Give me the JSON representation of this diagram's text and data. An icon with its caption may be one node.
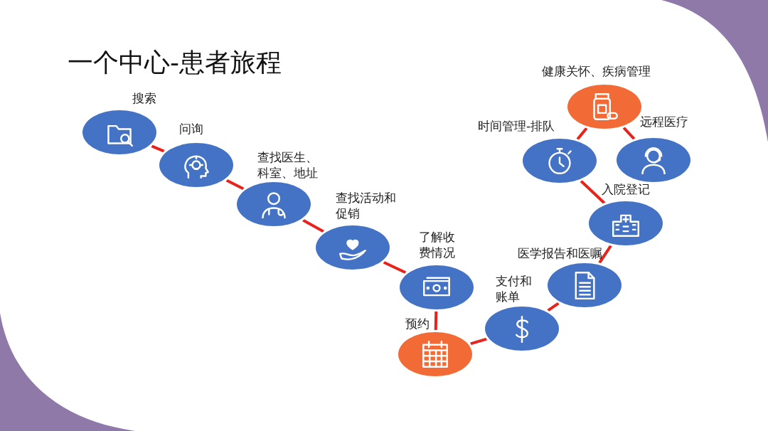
{
  "diagram": {
    "title": "一个中心-患者旅程",
    "nodes": [
      {
        "text": [
          "搜索"
        ]
      },
      {
        "text": [
          "问询"
        ]
      },
      {
        "text": [
          "查找医生、科室、地址"
        ]
      },
      {
        "text": [
          "查找活动和促销"
        ]
      },
      {
        "text": [
          "了解收费情况"
        ]
      },
      {
        "text": [
          "预约"
        ]
      },
      {
        "text": [
          "支付和账单"
        ]
      },
      {
        "text": [
          "医学报告和医嘱"
        ]
      },
      {
        "text": [
          "入院登记"
        ]
      },
      {
        "text": [
          "时间管理-排队"
        ]
      },
      {
        "text": [
          "健康关怀、疾病管理"
        ]
      },
      {
        "text": [
          "远程医疗"
        ]
      }
    ],
    "edges": [
      {
        "from": 0,
        "to": 1,
        "arrow": "none"
      },
      {
        "from": 1,
        "to": 2,
        "arrow": "none"
      },
      {
        "from": 2,
        "to": 3,
        "arrow": "none"
      },
      {
        "from": 3,
        "to": 4,
        "arrow": "none"
      },
      {
        "from": 4,
        "to": 5,
        "arrow": "none"
      },
      {
        "from": 5,
        "to": 6,
        "arrow": "none"
      },
      {
        "from": 6,
        "to": 7,
        "arrow": "none"
      },
      {
        "from": 7,
        "to": 8,
        "arrow": "none"
      },
      {
        "from": 8,
        "to": 9,
        "arrow": "none"
      },
      {
        "from": 9,
        "to": 10,
        "arrow": "none"
      },
      {
        "from": 10,
        "to": 11,
        "arrow": "none"
      }
    ]
  }
}
